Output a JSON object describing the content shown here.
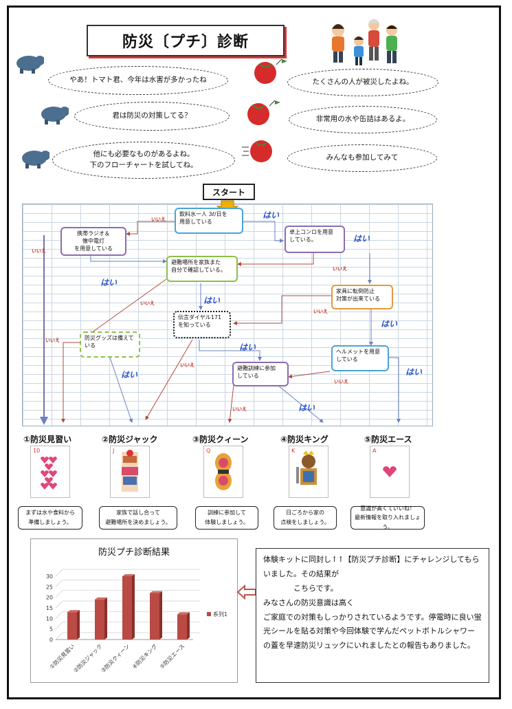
{
  "title": "防災〔プチ〕診断",
  "dialogue": {
    "rhino": [
      "やあ！トマト君、今年は水害が多かったね",
      "君は防災の対策してる？",
      "他にも必要なものがあるよね。\n下のフローチャートを試してね。"
    ],
    "tomato": [
      "たくさんの人が被災したよね。",
      "非常用の水や缶詰はあるよ。",
      "みんなも参加してみて"
    ]
  },
  "flow": {
    "start": "スタート",
    "yes": "はい",
    "no": "いいえ",
    "nodes": {
      "water": "飲料水一人 3ℓ/日を\n用意している",
      "stove": "卓上コンロを用意\nしている。",
      "radio": "携帯ラジオ＆\n懐中電灯\nを用意している",
      "shelter": "避難場所を家族また\n自分で確認している。",
      "furniture": "家具に転倒防止\n対策が出来ている",
      "dial": "伝言ダイヤル171\nを知っている",
      "goods": "防災グッズは備えて\nいる",
      "helmet": "ヘルメットを用意\nしている",
      "drill": "避難訓練に参加\nしている"
    }
  },
  "categories": [
    {
      "title": "①防災見習い",
      "rank": "10",
      "advice": "まずは水や食料から\n準備しましょう。"
    },
    {
      "title": "②防災ジャック",
      "rank": "J",
      "advice": "家族で話し合って\n避難場所を決めましょう。"
    },
    {
      "title": "③防災クィーン",
      "rank": "Q",
      "advice": "訓練に参加して\n体験しましょう。"
    },
    {
      "title": "④防災キング",
      "rank": "K",
      "advice": "日ごろから家の\n点検をしましょう。"
    },
    {
      "title": "⑤防災エース",
      "rank": "A",
      "advice": "意識が高くていいね！\n最新情報を取り入れましょう。"
    }
  ],
  "chart_data": {
    "type": "bar",
    "title": "防災プチ診断結果",
    "categories": [
      "①防災見習い",
      "②防災ジャック",
      "③防災クィーン",
      "④防災キング",
      "⑤防災エース"
    ],
    "series": [
      {
        "name": "系列1",
        "values": [
          13,
          19,
          30,
          22,
          12
        ]
      }
    ],
    "yticks": [
      0,
      5,
      10,
      15,
      20,
      25,
      30
    ],
    "ylim": [
      0,
      30
    ],
    "legend": "right",
    "bar_color": "#b94a44"
  },
  "report": {
    "lines": [
      "体験キットに同封し↑↑【防災プチ診断】にチャレンジしてもらいました。その結果が",
      "こちらです。",
      "みなさんの防災意識は高く",
      "ご家庭での対策もしっかりされているようです。停電時に良い蛍光シールを貼る対策や今回体験で学んだペットボトルシャワーの蓋を早速防災リュックにいれましたとの報告もありました。"
    ]
  },
  "colors": {
    "yes_text": "#2d55c7",
    "no_text": "#c0392b",
    "box_blue": "#4aa3d8",
    "box_purple": "#8b6bb3",
    "box_green": "#8bbf4a",
    "box_orange": "#e39a3b"
  }
}
